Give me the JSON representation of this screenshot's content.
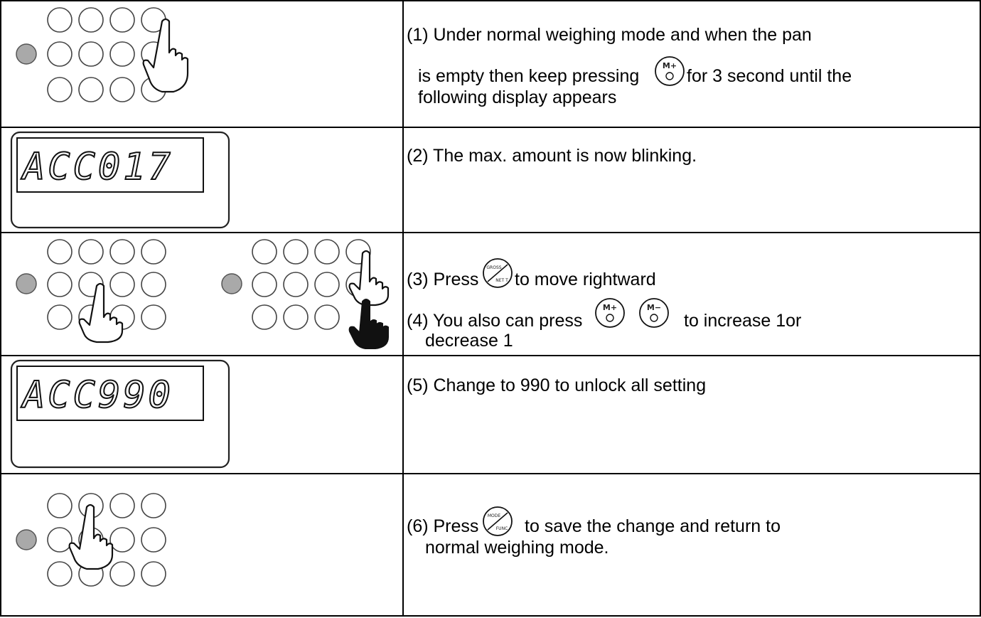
{
  "steps": [
    {
      "line1": "(1) Under normal weighing mode and when the pan",
      "line2a": "is empty then keep pressing",
      "line2b": "for 3 second until the",
      "line3": "following display appears",
      "key_icon": "m-plus-key-icon"
    },
    {
      "line1": "(2) The max. amount is now blinking."
    },
    {
      "line1a": "(3) Press",
      "line1b": "to move rightward",
      "line2a": "(4) You also can press",
      "line2b": "to increase 1or",
      "line3": "decrease 1",
      "key_icons": [
        "gross-net-key-icon",
        "m-plus-key-icon",
        "m-minus-key-icon"
      ]
    },
    {
      "line1": "(5) Change to 990 to unlock all setting"
    },
    {
      "line1a": "(6) Press",
      "line1b": "to save the change and return to",
      "line2": "normal weighing mode.",
      "key_icon": "mode-func-key-icon"
    }
  ],
  "displays": {
    "first": "ACC017",
    "second": "ACC990"
  },
  "key_labels": {
    "m_plus": "M+",
    "m_minus": "M−",
    "gross": "GROSS",
    "net": "NET T",
    "mode": "MODE",
    "func": "FUNC"
  }
}
